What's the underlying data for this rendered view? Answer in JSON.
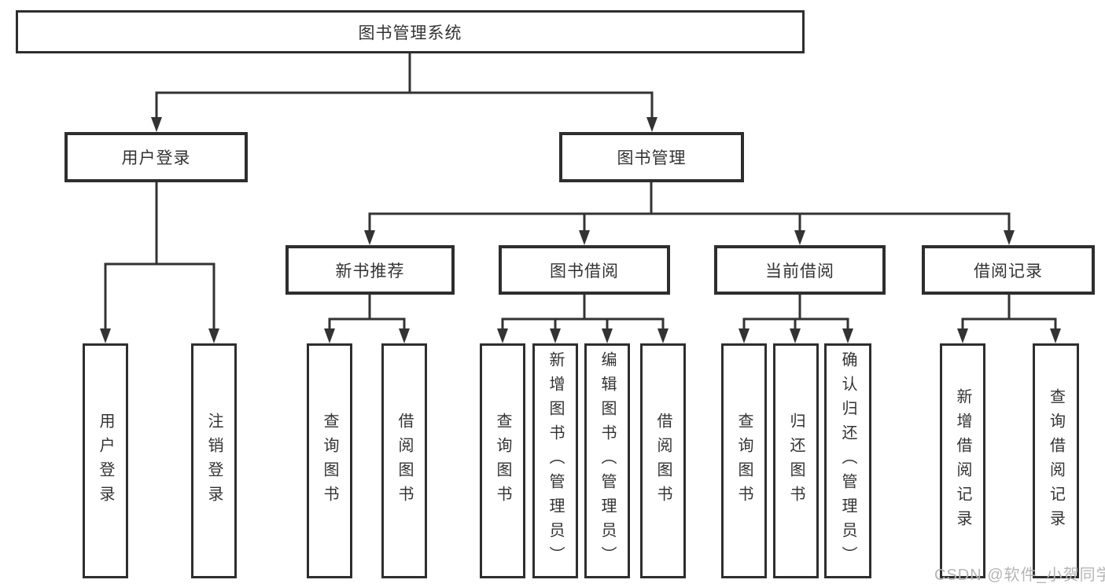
{
  "nodes": {
    "root": {
      "label": "图书管理系统"
    },
    "user_login": {
      "label": "用户登录"
    },
    "book_mgmt": {
      "label": "图书管理"
    },
    "new_book_rec": {
      "label": "新书推荐"
    },
    "book_borrow": {
      "label": "图书借阅"
    },
    "current_borrow": {
      "label": "当前借阅"
    },
    "borrow_records": {
      "label": "借阅记录"
    }
  },
  "leaves": {
    "user_login": [
      "用户登录",
      "注销登录"
    ],
    "new_book_rec": [
      "查询图书",
      "借阅图书"
    ],
    "book_borrow": [
      "查询图书",
      "新增图书（管理员）",
      "编辑图书（管理员）",
      "借阅图书"
    ],
    "current_borrow": [
      "查询图书",
      "归还图书",
      "确认归还（管理员）"
    ],
    "borrow_records": [
      "新增借阅记录",
      "查询借阅记录"
    ]
  },
  "watermark": {
    "text": "CSDN @软件_小贺同学",
    "color": "#b5b5b5"
  },
  "colors": {
    "box_border": "#2e2e2e",
    "connector": "#333333",
    "text": "#333333",
    "background": "#ffffff"
  }
}
